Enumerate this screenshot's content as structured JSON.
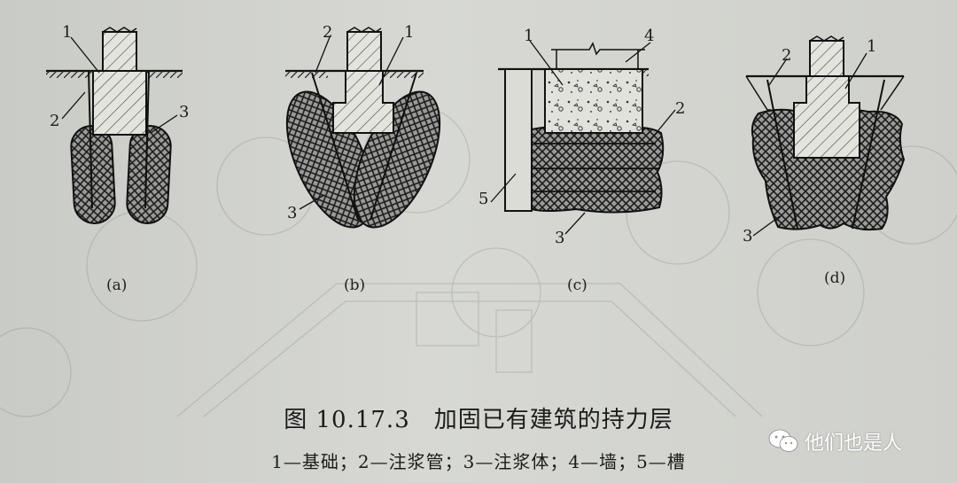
{
  "panels": [
    {
      "id": "a",
      "label": "(a)",
      "callouts": [
        "1",
        "2",
        "3"
      ]
    },
    {
      "id": "b",
      "label": "(b)",
      "callouts": [
        "2",
        "1",
        "3"
      ]
    },
    {
      "id": "c",
      "label": "(c)",
      "callouts": [
        "1",
        "4",
        "2",
        "5",
        "3"
      ]
    },
    {
      "id": "d",
      "label": "(d)",
      "callouts": [
        "2",
        "1",
        "3"
      ]
    }
  ],
  "caption": "图 10.17.3　加固已有建筑的持力层",
  "legend": "1—基础；2—注浆管；3—注浆体；4—墙；5—槽",
  "watermark": {
    "text": "他们也是人",
    "icon": "wechat-icon"
  },
  "colors": {
    "paper": "#cfd0cc",
    "ink": "#1a1a1a",
    "concrete": "#e4e4de"
  }
}
